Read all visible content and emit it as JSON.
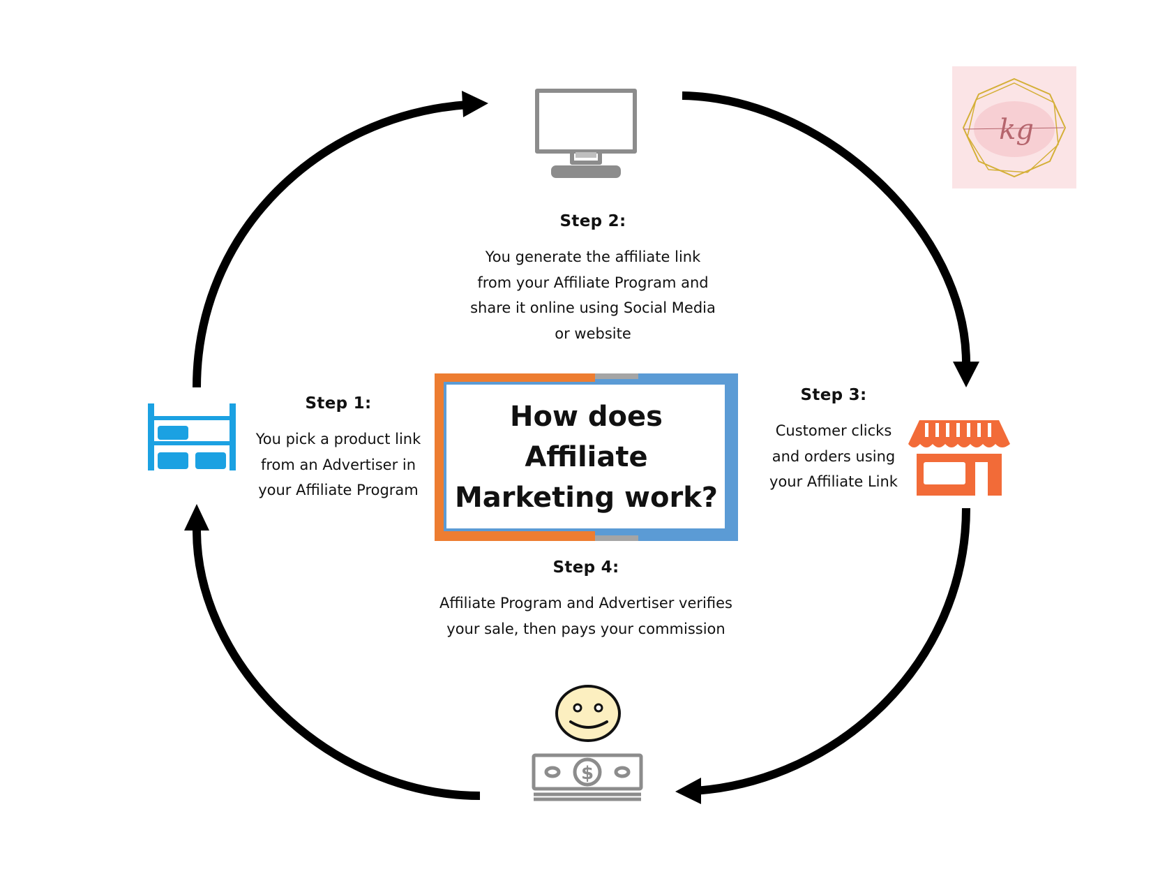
{
  "title": "How does Affiliate Marketing work?",
  "steps": [
    {
      "heading": "Step 1:",
      "lines": [
        "You pick a product link",
        "from an Advertiser in",
        "your Affiliate Program"
      ]
    },
    {
      "heading": "Step 2:",
      "lines": [
        "You generate the affiliate link",
        "from your Affiliate Program and",
        "share it online using Social Media",
        "or website"
      ]
    },
    {
      "heading": "Step 3:",
      "lines": [
        "Customer clicks",
        "and orders using",
        "your Affiliate Link"
      ]
    },
    {
      "heading": "Step 4:",
      "lines": [
        "Affiliate Program and Advertiser verifies",
        "your sale, then pays your commission"
      ]
    }
  ],
  "logo": {
    "text": "kg"
  },
  "icons": {
    "step1": "shelf-icon",
    "step2": "monitor-icon",
    "step3": "storefront-icon",
    "step4": "smiley-money-icon"
  },
  "colors": {
    "title_frame_orange": "#ED7D31",
    "title_frame_blue": "#5B9BD5",
    "title_frame_gray": "#A5A5A5",
    "shelf_icon": "#1BA1E2",
    "store_icon": "#F26B38",
    "monitor_icon": "#8C8C8C",
    "money_icon": "#8C8C8C",
    "smiley_face": "#FCEFC0",
    "arrows": "#000000",
    "logo_background": "#FBE4E6",
    "logo_frame": "#D4AF37",
    "logo_text": "#B5656D"
  }
}
